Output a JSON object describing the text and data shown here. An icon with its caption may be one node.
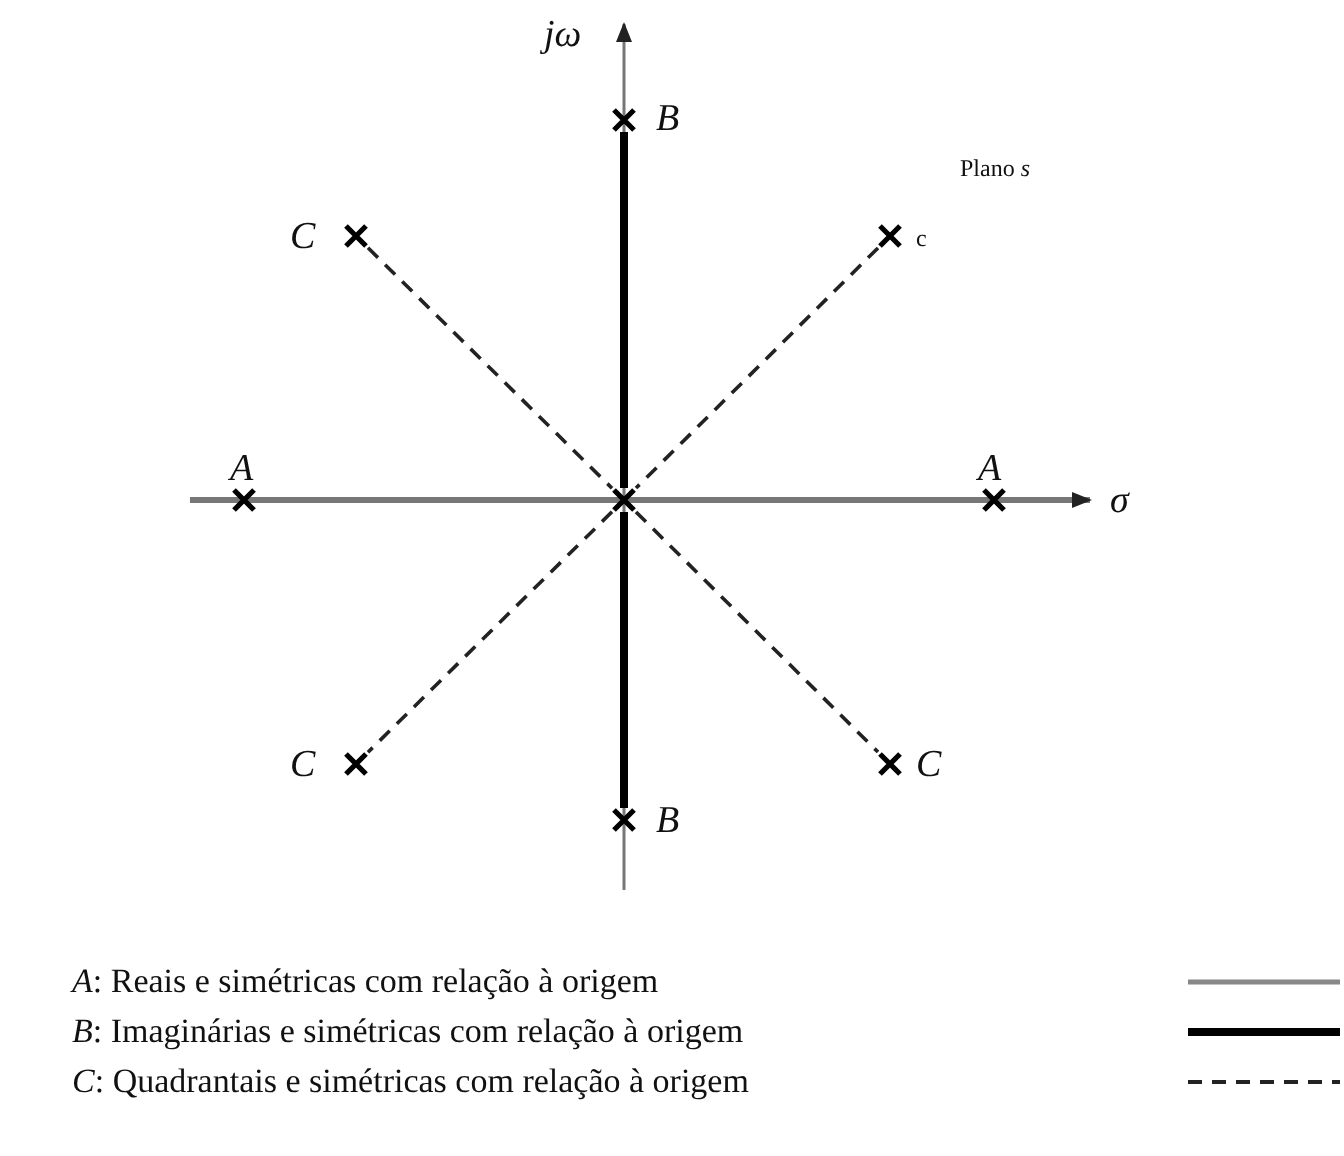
{
  "diagram": {
    "nodes": [
      {
        "text": [],
        "shape": "cross",
        "beside": [
          "B"
        ]
      },
      {
        "text": [],
        "shape": "cross",
        "beside": [
          "C"
        ]
      },
      {
        "text": [],
        "shape": "cross",
        "beside": [
          "c"
        ]
      },
      {
        "text": [],
        "shape": "cross",
        "beside": [
          "A"
        ]
      },
      {
        "text": [],
        "shape": "cross"
      },
      {
        "text": [],
        "shape": "cross",
        "beside": [
          "A"
        ]
      },
      {
        "text": [],
        "shape": "cross",
        "beside": [
          "C"
        ]
      },
      {
        "text": [],
        "shape": "cross",
        "beside": [
          "C"
        ]
      },
      {
        "text": [],
        "shape": "cross",
        "beside": [
          "B"
        ]
      }
    ],
    "edges": [
      {
        "from": 0,
        "to": 4,
        "arrow": "none",
        "style": "thick"
      },
      {
        "from": 4,
        "to": 8,
        "arrow": "none",
        "style": "thick"
      },
      {
        "from": 1,
        "to": 4,
        "arrow": "none",
        "style": "dashed"
      },
      {
        "from": 4,
        "to": 7,
        "arrow": "none",
        "style": "dashed"
      },
      {
        "from": 2,
        "to": 4,
        "arrow": "none",
        "style": "dashed"
      },
      {
        "from": 4,
        "to": 6,
        "arrow": "none",
        "style": "dashed"
      }
    ],
    "labels": [
      "jω",
      "Plano *s*",
      "σ"
    ],
    "legend": [
      {
        "text": "*A*: Reais e simétricas com relação à origem"
      },
      {
        "text": "*B*: Imaginárias e simétricas com relação à origem"
      },
      {
        "text": "*C*: Quadrantais e simétricas com relação à origem"
      }
    ]
  }
}
